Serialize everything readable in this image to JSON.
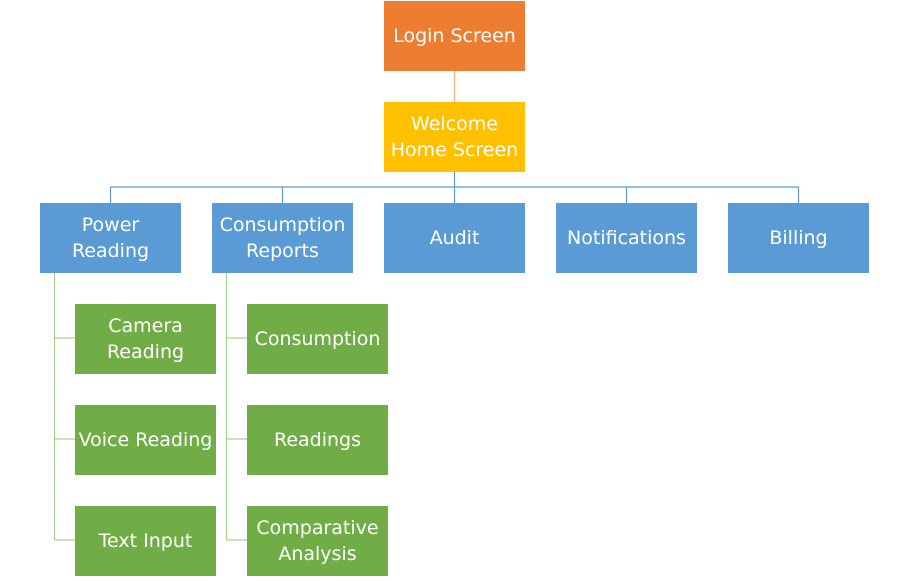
{
  "diagram": {
    "root": {
      "label": "Login Screen"
    },
    "welcome": {
      "label": "Welcome Home Screen"
    },
    "main": [
      {
        "label": "Power Reading"
      },
      {
        "label": "Consumption Reports"
      },
      {
        "label": "Audit"
      },
      {
        "label": "Notifications"
      },
      {
        "label": "Billing"
      }
    ],
    "power_reading_children": [
      {
        "label": "Camera Reading"
      },
      {
        "label": "Voice Reading"
      },
      {
        "label": "Text Input"
      }
    ],
    "consumption_reports_children": [
      {
        "label": "Consumption"
      },
      {
        "label": "Readings"
      },
      {
        "label": "Comparative Analysis"
      }
    ]
  },
  "colors": {
    "root": "#ed7d31",
    "welcome": "#ffc000",
    "main": "#5b9bd5",
    "sub": "#70ad47",
    "connector_blue": "#5b9bd5",
    "connector_green": "#70ad47",
    "connector_orange": "#ed7d31"
  }
}
